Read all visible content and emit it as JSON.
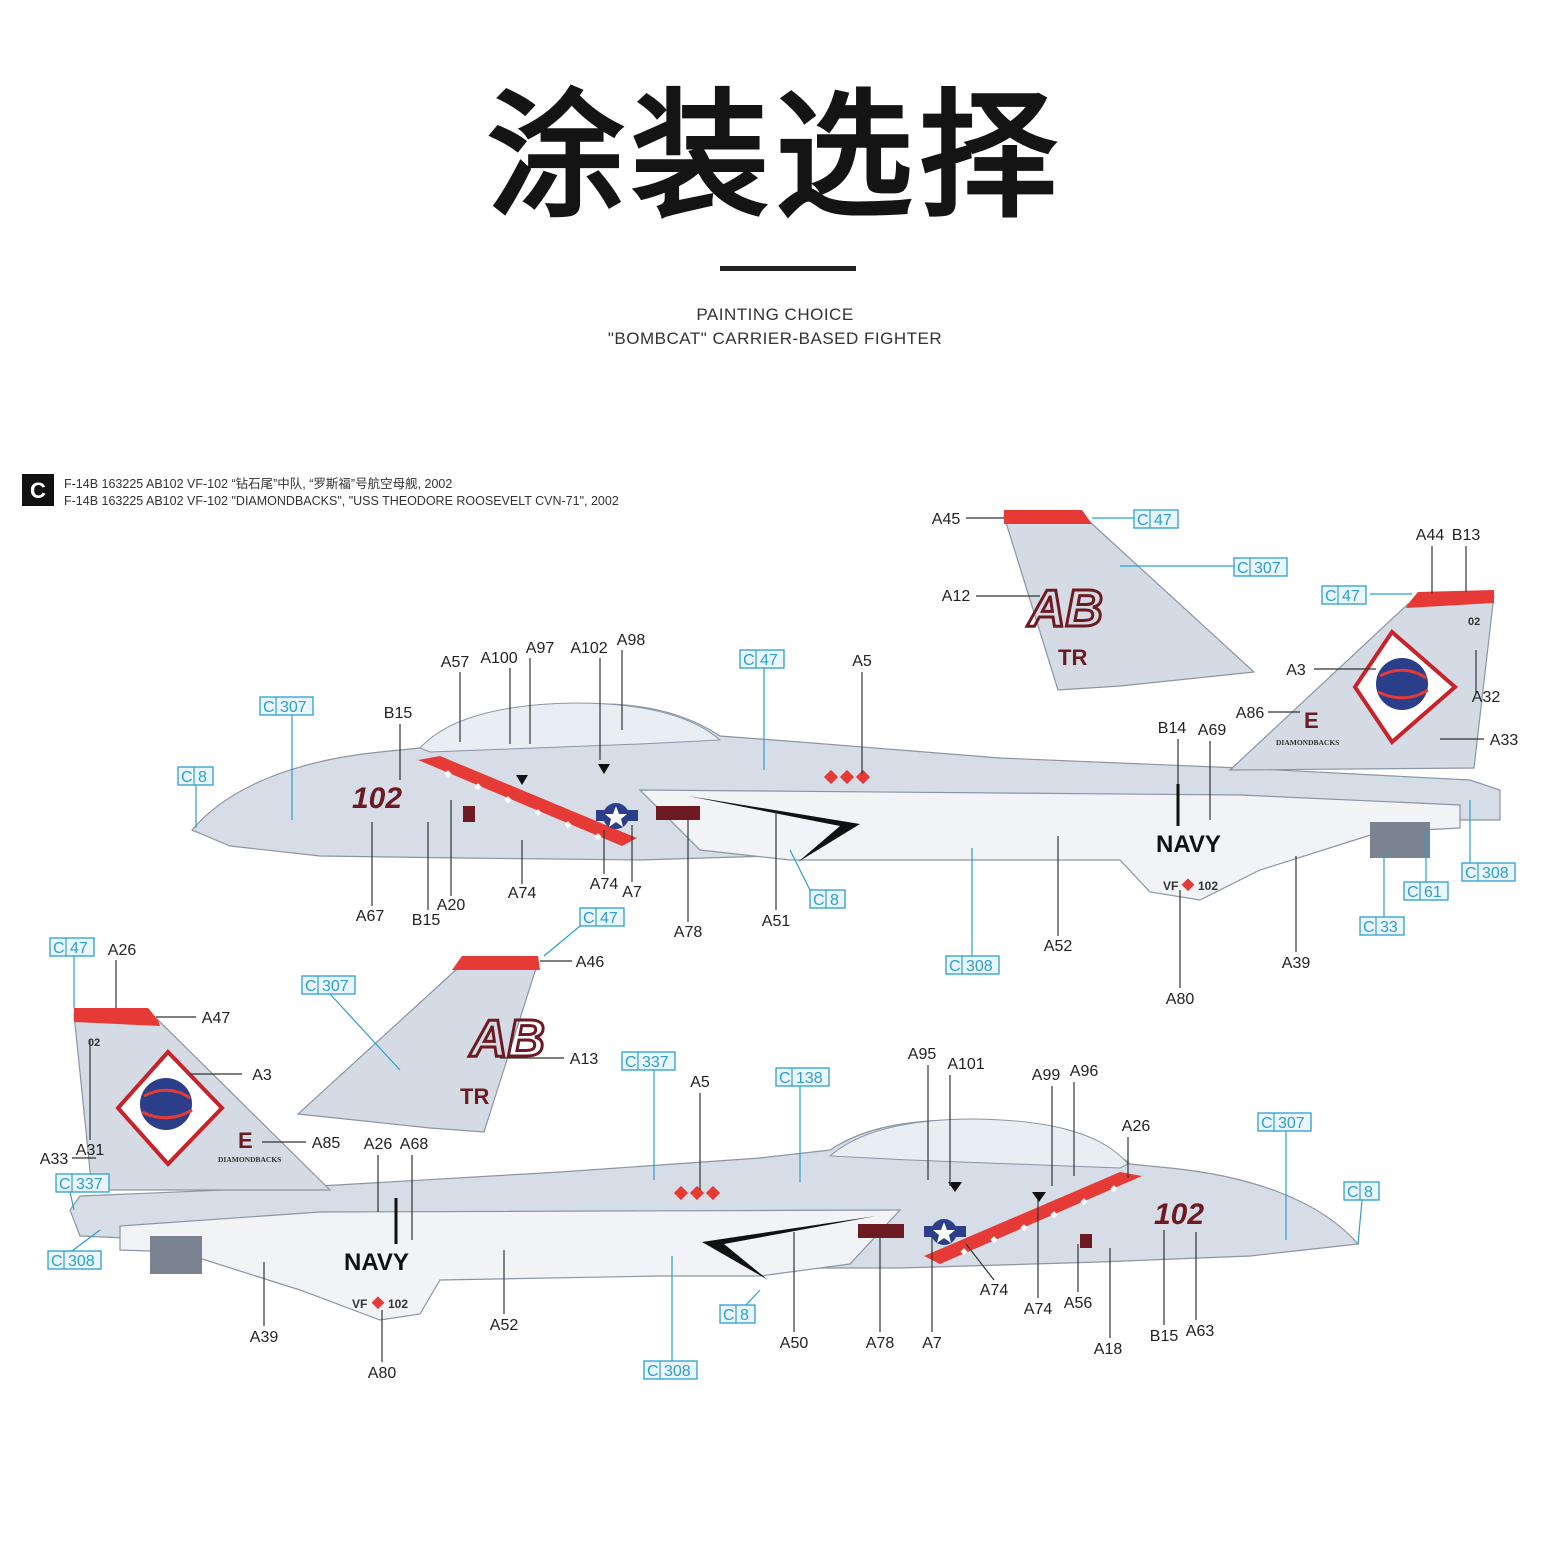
{
  "title": "涂装选择",
  "subtitle_line1": "PAINTING CHOICE",
  "subtitle_line2": "\"BOMBCAT\" CARRIER-BASED FIGHTER",
  "scheme": {
    "badge": "C",
    "line_cn": "F-14B 163225 AB102 VF-102 “钻石尾”中队, “罗斯福”号航空母舰, 2002",
    "line_en": "F-14B 163225 AB102 VF-102 \"DIAMONDBACKS\", \"USS THEODORE ROOSEVELT CVN-71\", 2002"
  },
  "colors": {
    "gunship_gray": "#d6dde6",
    "red": "#e63a36",
    "dark_red": "#6e1a22",
    "callout_blue": "#2c9fd0"
  },
  "markings": {
    "modex": "102",
    "navy": "NAVY",
    "tail_code": "AB",
    "tail_sub": "TR",
    "tail_small": "02",
    "squadron_letter": "E",
    "squadron": "DIAMONDBACKS",
    "vf": "VF",
    "vf_num": "102"
  },
  "top_labels": [
    "A45",
    "A12",
    "A57",
    "A100",
    "A97",
    "A102",
    "A98",
    "B15",
    "A5",
    "B14",
    "A69",
    "A86",
    "A3",
    "A44",
    "B13",
    "A32",
    "A33",
    "A67",
    "B15",
    "A20",
    "A74",
    "A74",
    "A7",
    "A78",
    "A51",
    "A52",
    "A80",
    "A39"
  ],
  "top_codes": [
    [
      "C",
      "47"
    ],
    [
      "C",
      "307"
    ],
    [
      "C",
      "307"
    ],
    [
      "C",
      "8"
    ],
    [
      "C",
      "47"
    ],
    [
      "C",
      "47"
    ],
    [
      "C",
      "8"
    ],
    [
      "C",
      "308"
    ],
    [
      "C",
      "33"
    ],
    [
      "C",
      "61"
    ],
    [
      "C",
      "308"
    ]
  ],
  "bottom_labels": [
    "A26",
    "A47",
    "A46",
    "A3",
    "A13",
    "A33",
    "A31",
    "A85",
    "A26",
    "A68",
    "A5",
    "A95",
    "A101",
    "A99",
    "A96",
    "A26",
    "A39",
    "A52",
    "A80",
    "A50",
    "A78",
    "A7",
    "A74",
    "A74",
    "A56",
    "A18",
    "B15",
    "A63"
  ],
  "bottom_codes": [
    [
      "C",
      "47"
    ],
    [
      "C",
      "47"
    ],
    [
      "C",
      "307"
    ],
    [
      "C",
      "337"
    ],
    [
      "C",
      "138"
    ],
    [
      "C",
      "307"
    ],
    [
      "C",
      "337"
    ],
    [
      "C",
      "308"
    ],
    [
      "C",
      "8"
    ],
    [
      "C",
      "308"
    ],
    [
      "C",
      "8"
    ]
  ]
}
